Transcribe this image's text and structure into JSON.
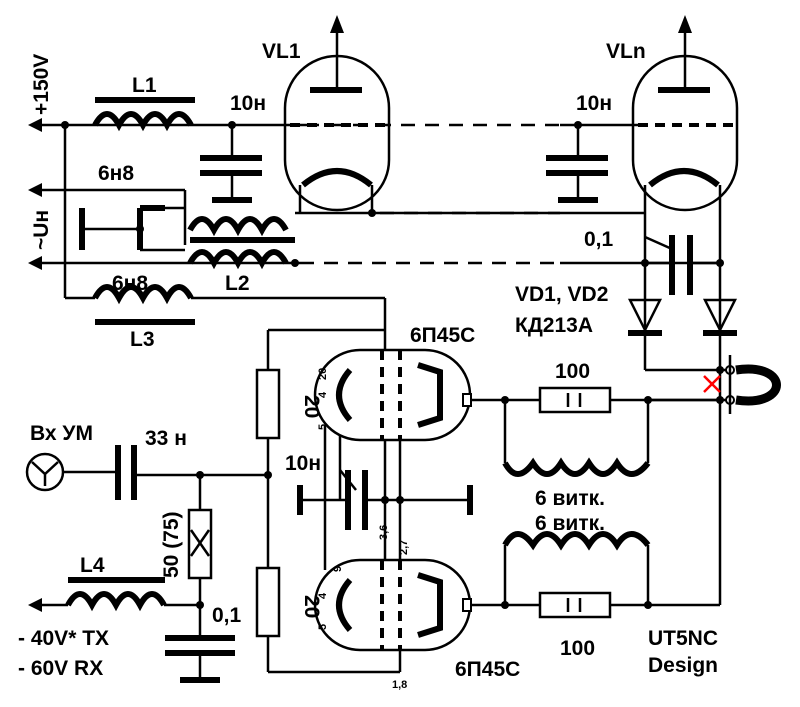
{
  "labels": {
    "vl1": "VL1",
    "vln": "VLn",
    "plus150": "+150V",
    "l1": "L1",
    "c1": "10н",
    "cn": "10н",
    "c_6n8_top": "6н8",
    "uh": "~Uн",
    "l2": "L2",
    "c_6n8_bot": "6н8",
    "l3": "L3",
    "c_01_top": "0,1",
    "diodes": "VD1, VD2",
    "diode_type": "КД213А",
    "tube_top": "6П45С",
    "tube_bot": "6П45С",
    "r_top": "100",
    "r_bot": "100",
    "r20_top": "20",
    "r20_bot": "20",
    "c10n_mid": "10н",
    "input": "Вх УМ",
    "c33": "33 н",
    "r50": "50 (75)",
    "turns_top": "6 витк.",
    "turns_bot": "6 витк.",
    "l4": "L4",
    "c_01_bot": "0,1",
    "v_tx": "- 40V* TX",
    "v_rx": "- 60V RX",
    "design_1": "UT5NC",
    "design_2": "Design",
    "pin_36": "3,6",
    "pin_27": "2,7",
    "pin_9": "9",
    "pin_4": "4",
    "pin_5": "5",
    "pin_18": "1,8",
    "pin_20": "20",
    "pin_4b": "4",
    "pin_5b": "5"
  },
  "colors": {
    "line": "#000000",
    "background": "#ffffff",
    "open_link_mark": "#ff0000"
  },
  "icons": {
    "ground": "ground-icon",
    "arrow": "arrow-icon",
    "source": "signal-source-icon"
  }
}
